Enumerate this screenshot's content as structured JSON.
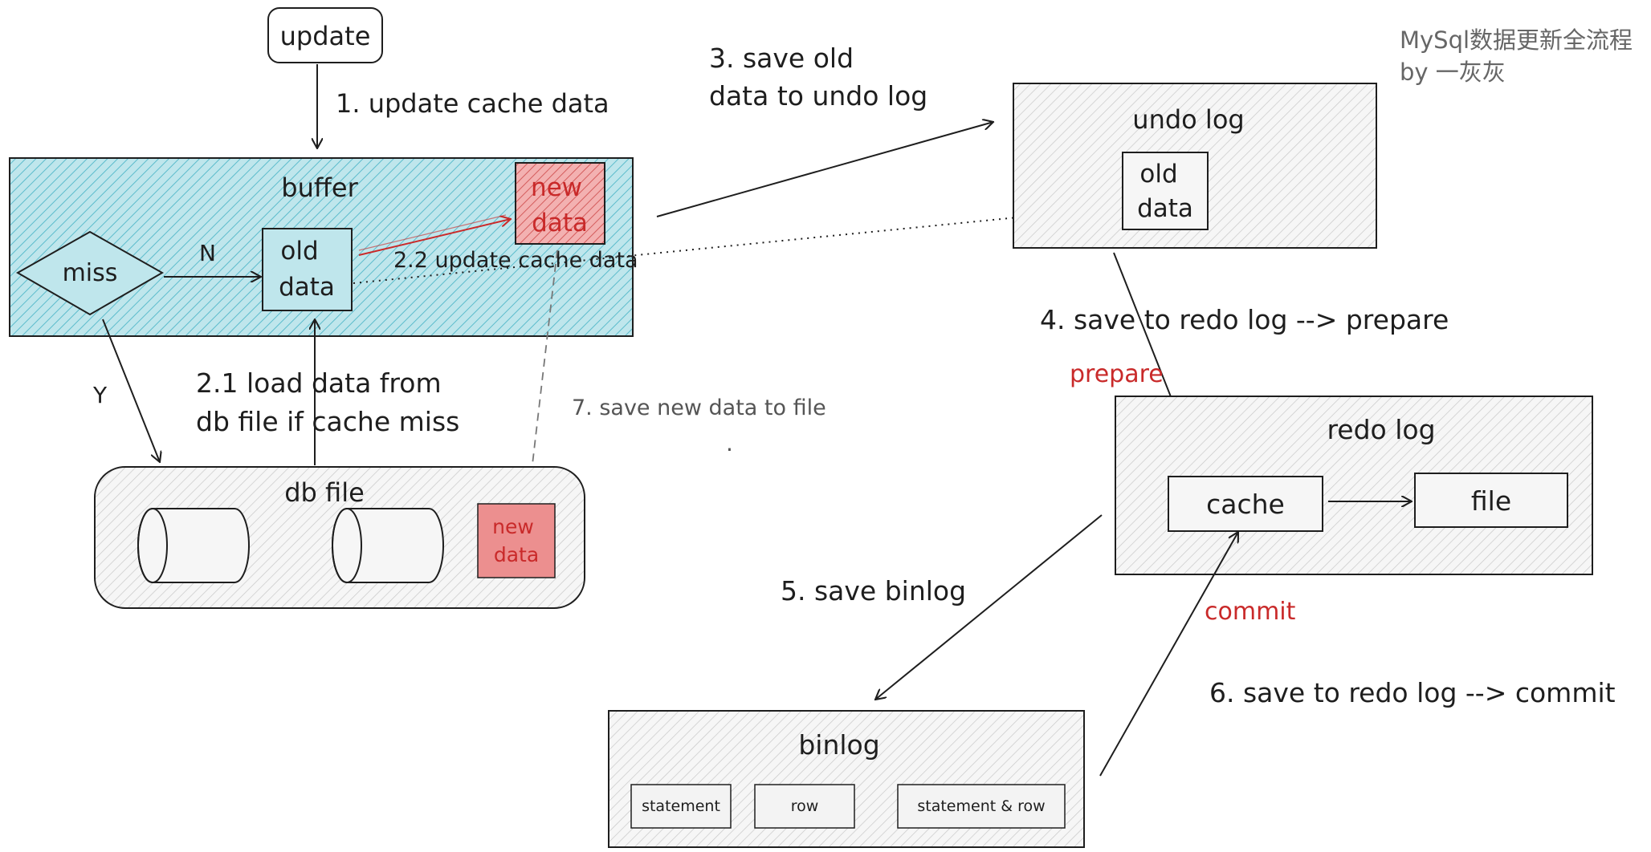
{
  "note": {
    "line1": "MySql数据更新全流程",
    "line2": "by 一灰灰"
  },
  "update": "update",
  "steps": {
    "s1": "1. update cache data",
    "s3_l1": "3. save old",
    "s3_l2": "data to undo log",
    "s22": "2.2 update cache data",
    "s21_l1": "2.1 load data from",
    "s21_l2": "db file if cache miss",
    "s4": "4. save to redo log --> prepare",
    "s5": "5. save binlog",
    "s6": "6. save to redo log --> commit",
    "s7": "7. save new data to file",
    "dot": "."
  },
  "buffer": {
    "title": "buffer",
    "miss": "miss",
    "n": "N",
    "y": "Y",
    "old_l1": "old",
    "old_l2": "data",
    "new_l1": "new",
    "new_l2": "data"
  },
  "dbfile": {
    "title": "db file",
    "new_l1": "new",
    "new_l2": "data"
  },
  "undolog": {
    "title": "undo log",
    "old_l1": "old",
    "old_l2": "data"
  },
  "redolog": {
    "title": "redo log",
    "cache": "cache",
    "file": "file",
    "prepare": "prepare",
    "commit": "commit"
  },
  "binlog": {
    "title": "binlog",
    "items": [
      "statement",
      "row",
      "statement & row"
    ]
  },
  "colors": {
    "buffer_fill": "#a9dde6",
    "new_fill": "#ef8a8a",
    "red_text": "#c92a2a",
    "box_fill": "#e9ecef"
  }
}
